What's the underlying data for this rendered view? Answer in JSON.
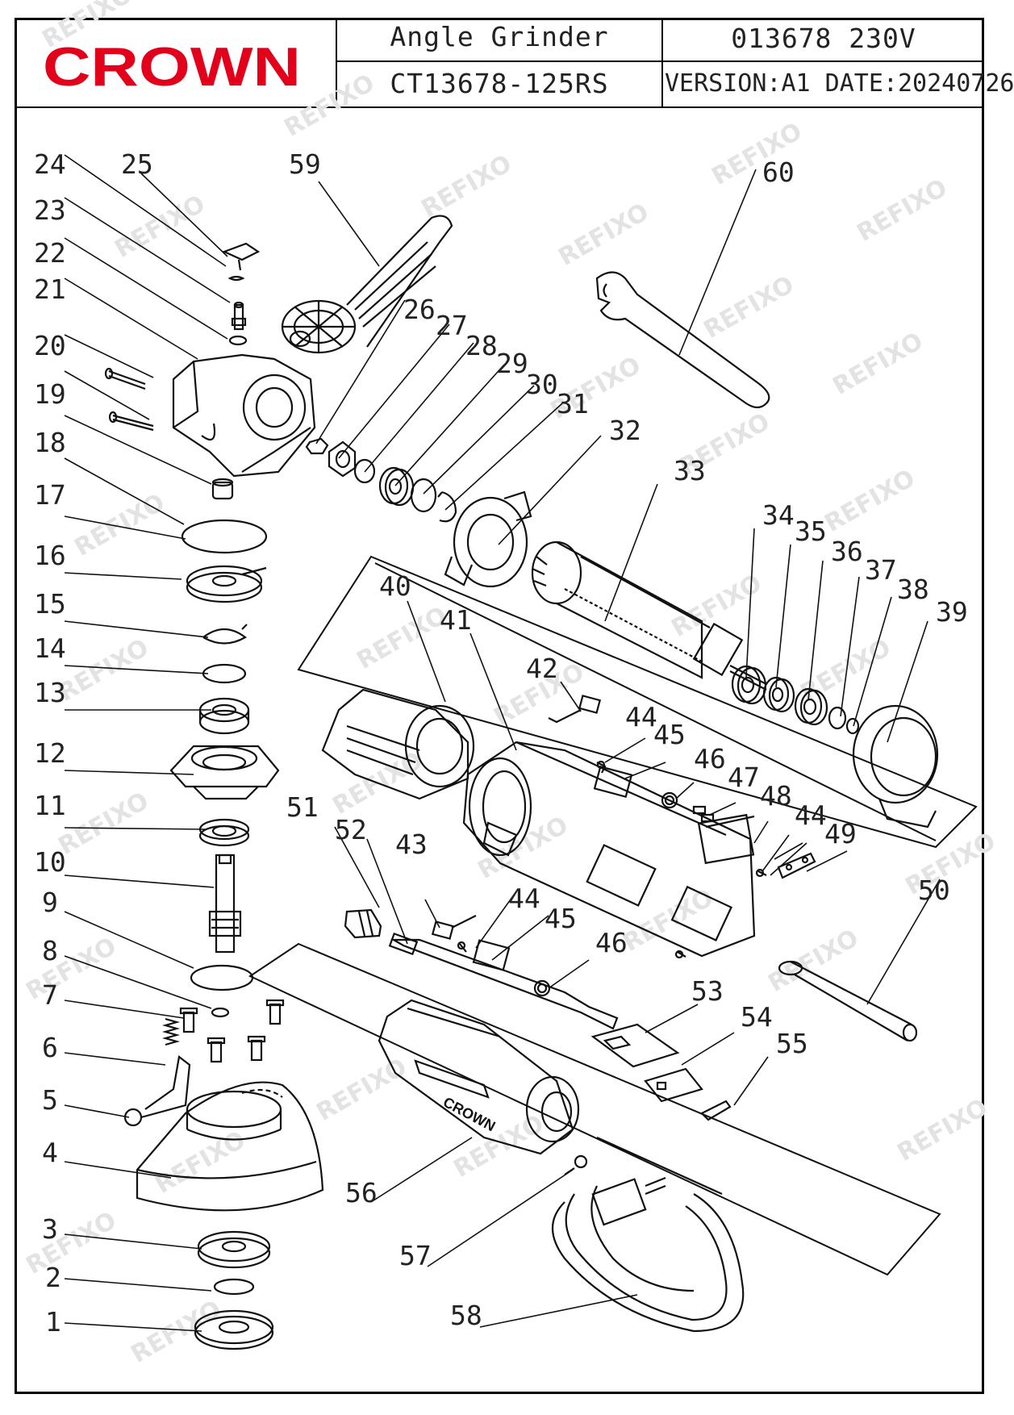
{
  "header": {
    "brand": "CROWN",
    "product_name": "Angle Grinder",
    "product_code": "013678 230V",
    "model": "CT13678-125RS",
    "version_date": "VERSION:A1 DATE:20240726"
  },
  "watermark": "REFIXO",
  "housing_logo": "CROWN",
  "colors": {
    "brand_red": "#e3001b",
    "ink": "#1a1a1a",
    "watermark": "#e3e3e3"
  },
  "callouts": [
    "1",
    "2",
    "3",
    "4",
    "5",
    "6",
    "7",
    "8",
    "9",
    "10",
    "11",
    "12",
    "13",
    "14",
    "15",
    "16",
    "17",
    "18",
    "19",
    "20",
    "21",
    "22",
    "23",
    "24",
    "25",
    "26",
    "27",
    "28",
    "29",
    "30",
    "31",
    "32",
    "33",
    "34",
    "35",
    "36",
    "37",
    "38",
    "39",
    "40",
    "41",
    "42",
    "43",
    "44",
    "45",
    "46",
    "47",
    "48",
    "49",
    "50",
    "51",
    "52",
    "53",
    "54",
    "55",
    "56",
    "57",
    "58",
    "59",
    "60"
  ]
}
